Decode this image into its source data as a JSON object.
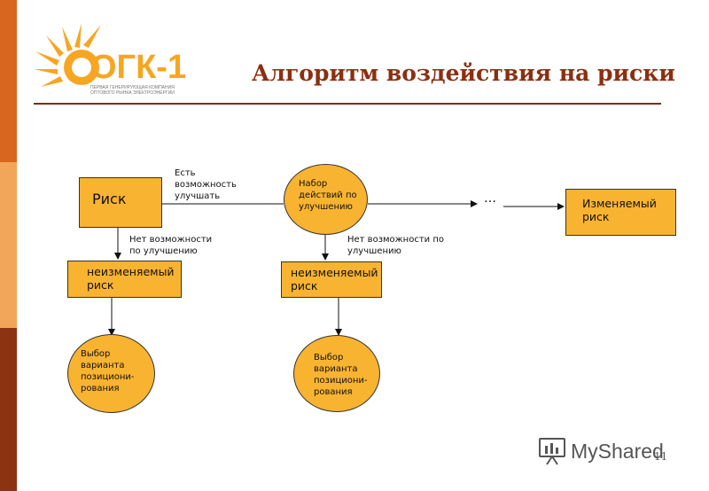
{
  "slide": {
    "title": "Алгоритм воздействия на риски",
    "page_number": "11"
  },
  "logo": {
    "brand": "ОГК-1",
    "subtitle_line1": "ПЕРВАЯ ГЕНЕРИРУЮЩАЯ КОМПАНИЯ",
    "subtitle_line2": "ОПТОВОГО РЫНКА ЭЛЕКТРОЭНЕРГИИ"
  },
  "diagram": {
    "risk": "Риск",
    "improve_line1": "Есть",
    "improve_line2": "возможность",
    "improve_line3": "улучшать",
    "actions_line1": "Набор",
    "actions_line2": "действий по",
    "actions_line3": "улучшению",
    "ellipsis": "…",
    "changed_line1": "Изменяемый",
    "changed_line2": "риск",
    "no_improve1_line1": "Нет возможности",
    "no_improve1_line2": "по улучшению",
    "no_improve2_line1": "Нет возможности по",
    "no_improve2_line2": "улучшению",
    "unchanged1_line1": "неизменяемый",
    "unchanged1_line2": "риск",
    "unchanged2_line1": "неизменяемый",
    "unchanged2_line2": "риск",
    "choice1_line1": "Выбор",
    "choice1_line2": "варианта",
    "choice1_line3": "позициони-",
    "choice1_line4": "рования",
    "choice2_line1": "Выбор",
    "choice2_line2": "варианта",
    "choice2_line3": "позициони-",
    "choice2_line4": "рования"
  },
  "watermark": {
    "text": "MyShared"
  },
  "colors": {
    "node_fill": "#f8b331",
    "title": "#8b2f10",
    "stripe_top": "#d9661e",
    "stripe_mid": "#f2a65a",
    "stripe_bottom": "#8c3312"
  }
}
